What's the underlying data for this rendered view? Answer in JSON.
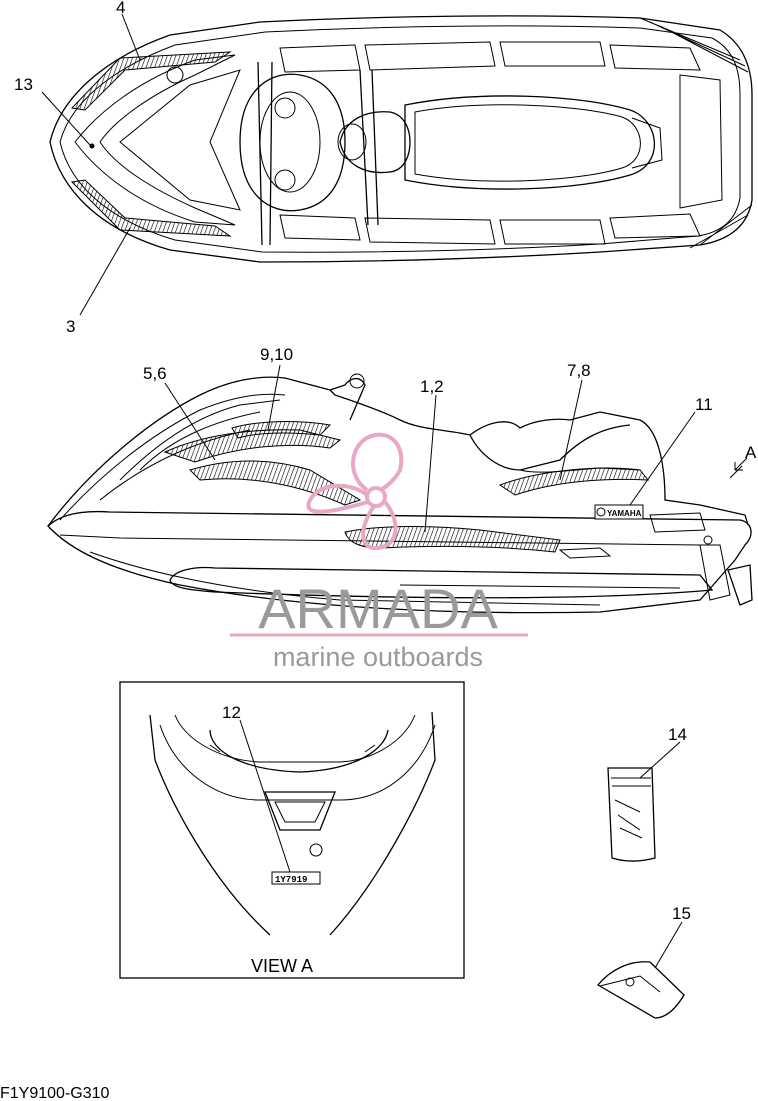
{
  "callouts": {
    "c1": "4",
    "c2": "13",
    "c3": "3",
    "c4": "9,10",
    "c5": "5,6",
    "c6": "1,2",
    "c7": "7,8",
    "c8": "11",
    "c9": "A",
    "c10": "12",
    "c11": "14",
    "c12": "15"
  },
  "view_label": "VIEW A",
  "decal_text": "YAMAHA",
  "plate_text": "1Y7919",
  "watermark": {
    "brand": "ARMADA",
    "tagline": "marine outboards",
    "logo_color": "#e7a8c6",
    "text_color": "#9a9a9a"
  },
  "part_code": "F1Y9100-G310"
}
